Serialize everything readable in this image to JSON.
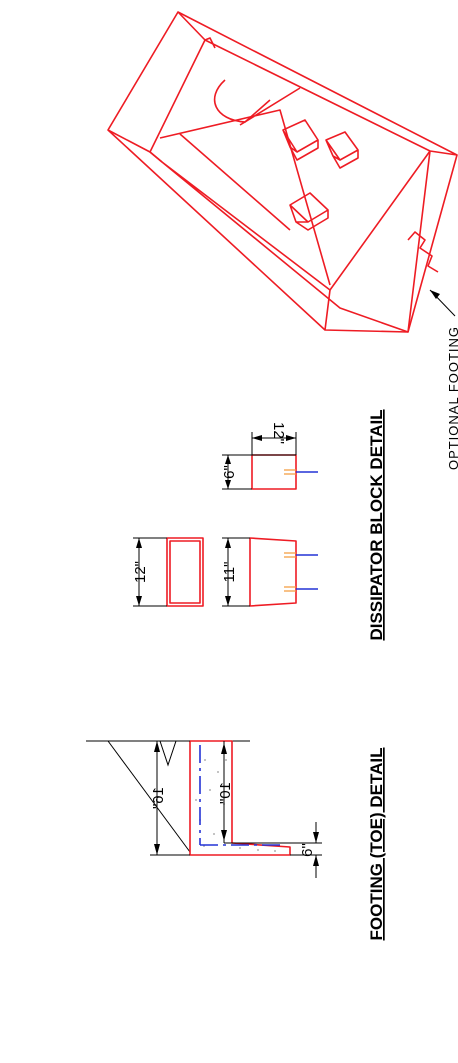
{
  "titles": {
    "footing": "FOOTING (TOE) DETAIL",
    "dissipator": "DISSIPATOR BLOCK DETAIL"
  },
  "dimensions": {
    "footing_total": "16\"",
    "footing_depth": "10\"",
    "footing_toe": "6\"",
    "block_length": "12\"",
    "block_front": "11\"",
    "block_side_width": "6\"",
    "block_side_height": "12\""
  },
  "notes": {
    "optional_footing": "OPTIONAL  FOOTING"
  },
  "colors": {
    "outline": "#ee1c24",
    "rebar": "#2433d6",
    "dowel": "#f39c3d",
    "ink": "#000000"
  }
}
